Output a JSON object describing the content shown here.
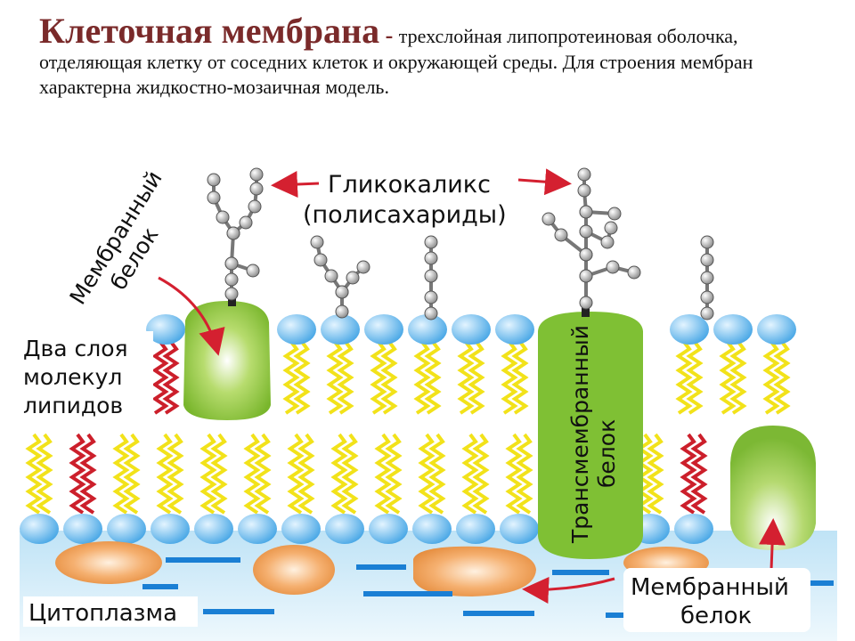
{
  "heading": {
    "title": "Клеточная мембрана",
    "dash": " - ",
    "description": "трехслойная липопротеиновая оболочка, отделяющая   клетку от соседних клеток и окружающей среды. Для строения мембран характерна жидкостно-мозаичная модель."
  },
  "labels": {
    "glycocalyx_line1": "Гликокаликс",
    "glycocalyx_line2": "(полисахариды)",
    "membrane_protein_top_line1": "Мембранный",
    "membrane_protein_top_line2": "белок",
    "lipid_layers_line1": "Два слоя",
    "lipid_layers_line2": "молекул",
    "lipid_layers_line3": "липидов",
    "transmembrane_line1": "Трансмембранный",
    "transmembrane_line2": "белок",
    "cytoplasm": "Цитоплазма",
    "membrane_protein_bottom_line1": "Мембранный",
    "membrane_protein_bottom_line2": "белок"
  },
  "colors": {
    "title": "#7a2a2a",
    "lipid_head": "#5fb8ef",
    "lipid_tail": "#f2e21a",
    "lipid_tail_alt": "#cc1f2b",
    "protein_green": "#8cc63f",
    "protein_orange": "#f0a055",
    "cytoplasm": "#cfe9f7",
    "arrow": "#d42030",
    "glyco_bead": "#a8a8a8"
  }
}
